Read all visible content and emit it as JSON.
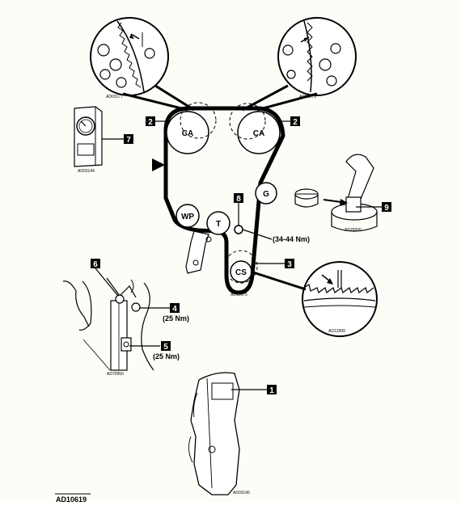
{
  "figure_id": "AD10619",
  "callouts": [
    {
      "num": "1"
    },
    {
      "num": "2"
    },
    {
      "num": "3"
    },
    {
      "num": "4"
    },
    {
      "num": "5"
    },
    {
      "num": "6"
    },
    {
      "num": "7"
    },
    {
      "num": "8"
    },
    {
      "num": "9"
    }
  ],
  "torques": {
    "callout_8": "(34-44 Nm)",
    "callout_4": "(25 Nm)",
    "callout_5": "(25 Nm)"
  },
  "sprocket_labels": {
    "camshaft_left": "CA",
    "camshaft_right": "CA",
    "water_pump": "WP",
    "tensioner": "T",
    "idler": "G",
    "crankshaft": "CS"
  },
  "detail_refs": {
    "cam_left_detail": "AD03177",
    "cam_right_detail": "AD03178",
    "gauge_detail": "AD03144",
    "belt_layout": "AD10675",
    "crank_detail": "AD12999",
    "tool_detail": "AD79205",
    "pin_detail": "AD70950",
    "cover_detail": "AD03145"
  },
  "colors": {
    "ink": "#000000",
    "paper": "#fdfdf8",
    "label_bg": "#000000"
  }
}
